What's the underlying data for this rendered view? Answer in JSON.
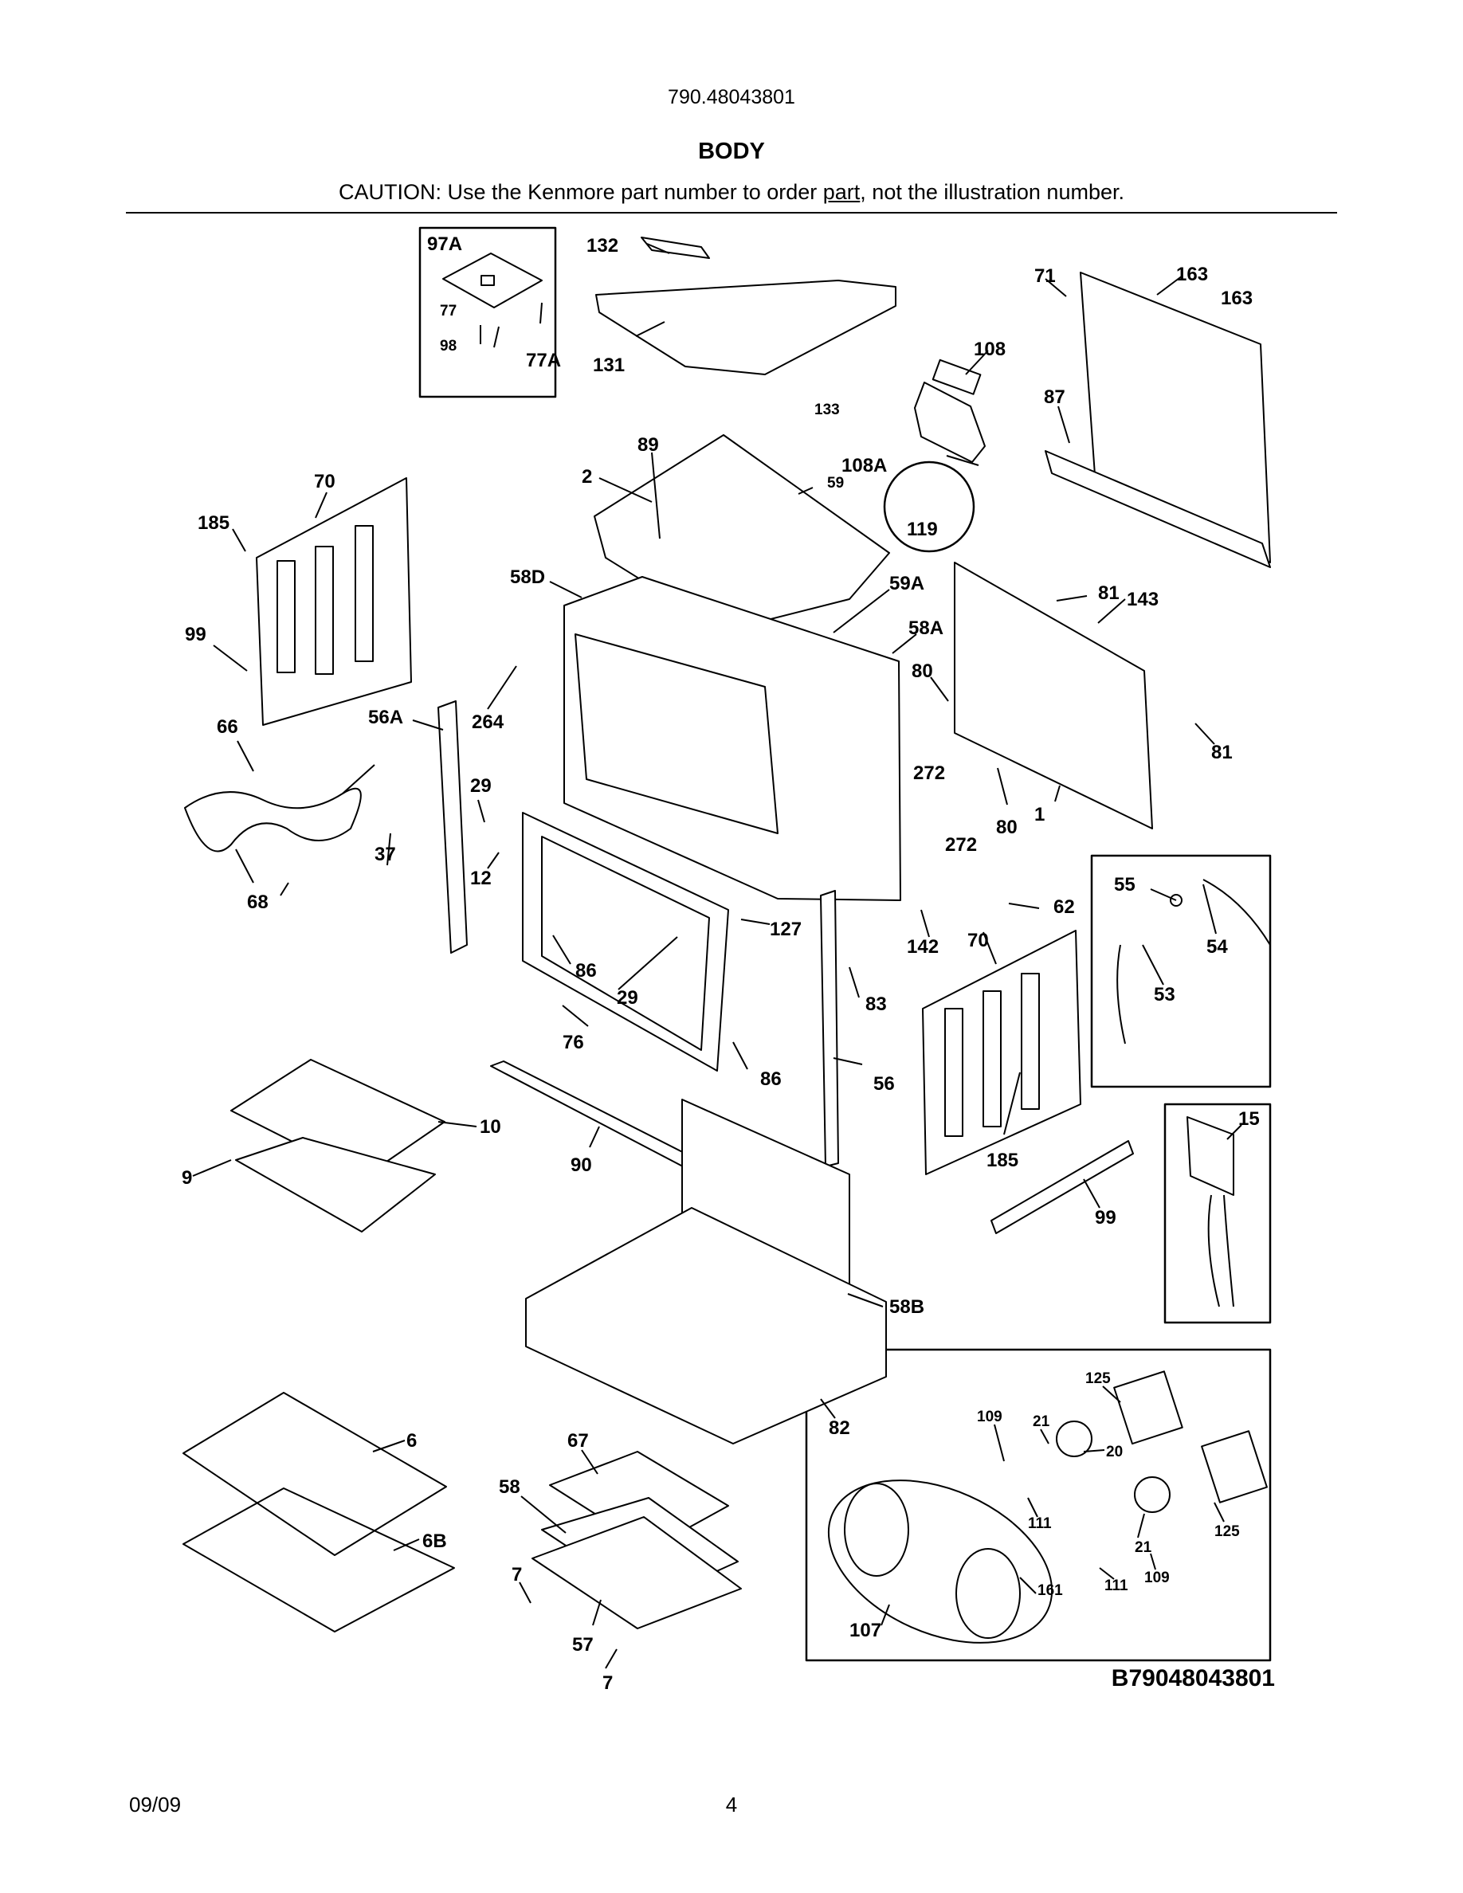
{
  "header": {
    "model_number": "790.48043801",
    "title": "BODY",
    "caution_prefix": "CAUTION: Use the Kenmore part number to order ",
    "caution_link": "part",
    "caution_suffix": ", not the illustration number."
  },
  "callouts": {
    "c97A": "97A",
    "c77": "77",
    "c98": "98",
    "c77A": "77A",
    "c132": "132",
    "c131": "131",
    "c133": "133",
    "c163a": "163",
    "c163b": "163",
    "c71": "71",
    "c108": "108",
    "c87": "87",
    "c108A": "108A",
    "c89": "89",
    "c2": "2",
    "c59": "59",
    "c119": "119",
    "c70a": "70",
    "c185a": "185",
    "c99a": "99",
    "c58D": "58D",
    "c59A": "59A",
    "c58A": "58A",
    "c81a": "81",
    "c143": "143",
    "c80a": "80",
    "c81b": "81",
    "c272a": "272",
    "c272b": "272",
    "c80b": "80",
    "c1": "1",
    "c66": "66",
    "c56A": "56A",
    "c264": "264",
    "c29a": "29",
    "c12": "12",
    "c37": "37",
    "c68": "68",
    "c86a": "86",
    "c29b": "29",
    "c127": "127",
    "c76": "76",
    "c86b": "86",
    "c142": "142",
    "c62": "62",
    "c83": "83",
    "c56": "56",
    "c70b": "70",
    "c185b": "185",
    "c55": "55",
    "c54": "54",
    "c53": "53",
    "c15": "15",
    "c10": "10",
    "c9": "9",
    "c90": "90",
    "c99b": "99",
    "c58B": "58B",
    "c82": "82",
    "c6": "6",
    "c6B": "6B",
    "c67": "67",
    "c58": "58",
    "c7a": "7",
    "c57": "57",
    "c7b": "7",
    "c125a": "125",
    "c109a": "109",
    "c21a": "21",
    "c20": "20",
    "c111a": "111",
    "c125b": "125",
    "c21b": "21",
    "c111b": "111",
    "c109b": "109",
    "c161": "161",
    "c107": "107"
  },
  "footer": {
    "diagram_code": "B79048043801",
    "date": "09/09",
    "page": "4"
  }
}
